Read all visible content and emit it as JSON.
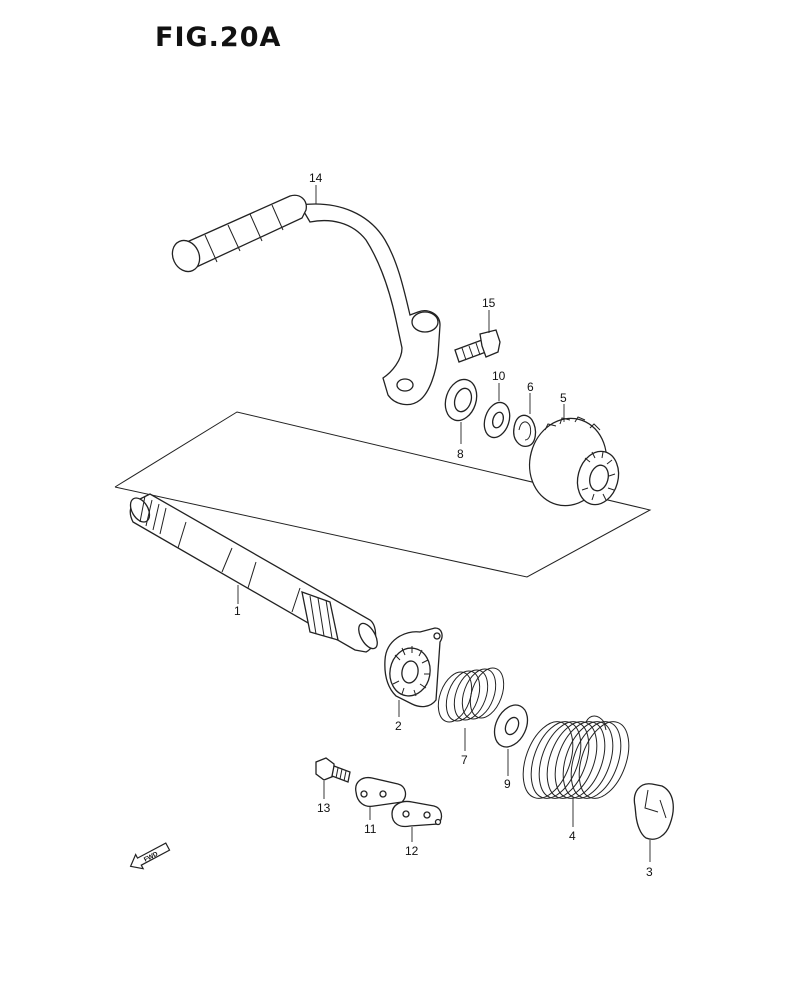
{
  "figure": {
    "title": "FIG.20A"
  },
  "fwd_marker": {
    "text": "FWD",
    "icon": "fwd-arrow-icon"
  },
  "callouts": [
    "1",
    "2",
    "3",
    "4",
    "5",
    "6",
    "7",
    "8",
    "9",
    "10",
    "11",
    "12",
    "13",
    "14",
    "15"
  ]
}
